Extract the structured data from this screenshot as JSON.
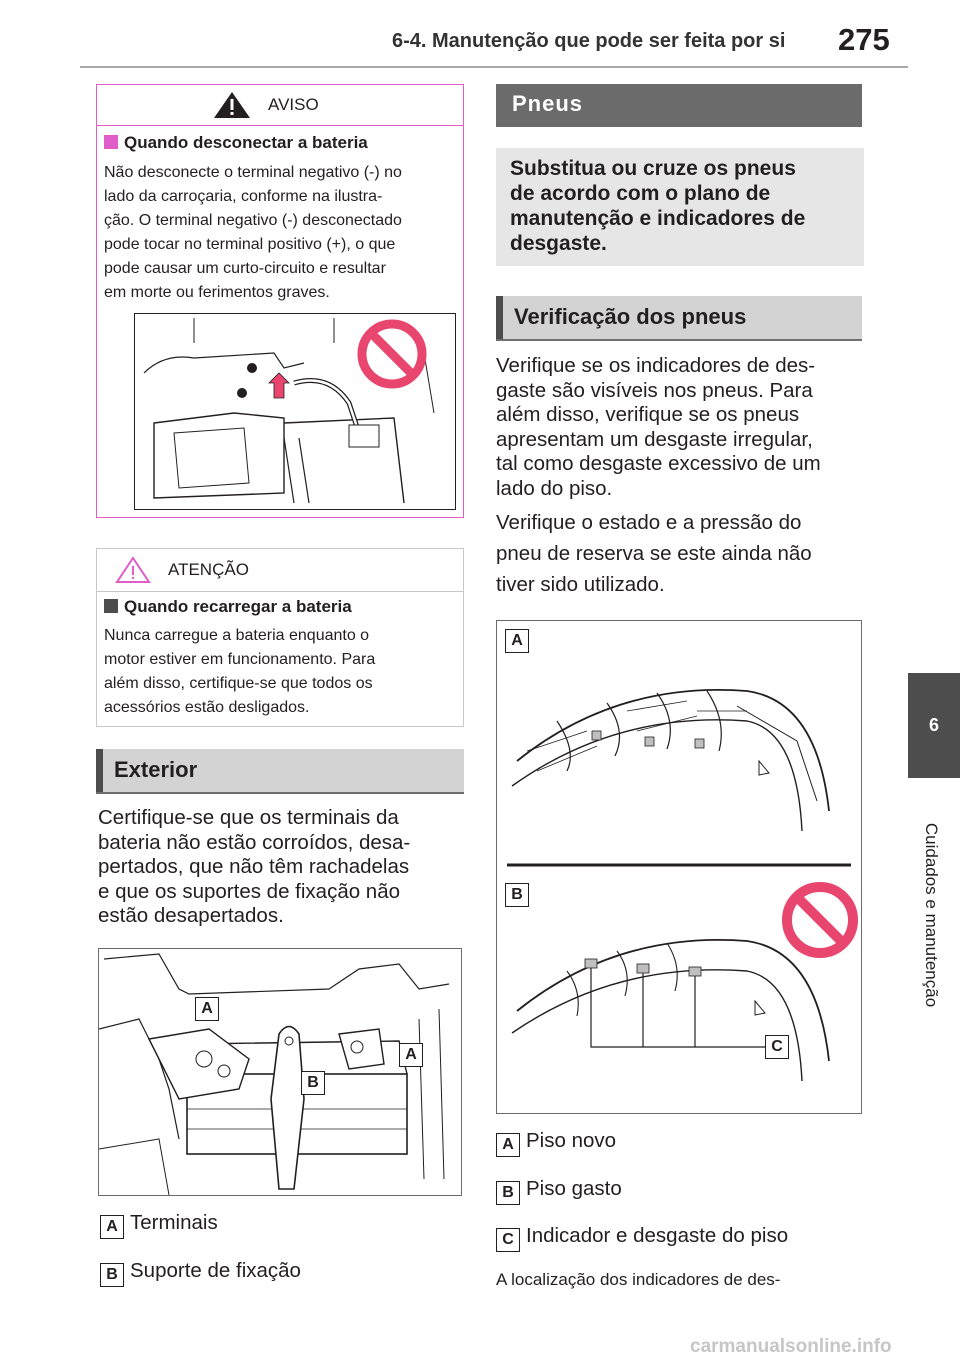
{
  "header": {
    "section_title": "6-4. Manutenção que pode ser feita por si",
    "page_number": "275"
  },
  "side_tab": {
    "chapter_number": "6",
    "chapter_label": "Cuidados e manutenção"
  },
  "warning": {
    "title": "AVISO",
    "subheading": "Quando desconectar a bateria",
    "lines": [
      "Não desconecte o terminal negativo (-) no",
      "lado da carroçaria, conforme na ilustra-",
      "ção. O terminal negativo (-) desconectado",
      "pode tocar no terminal positivo (+), o que",
      "pode causar um curto-circuito e resultar",
      "em morte ou ferimentos graves."
    ]
  },
  "caution": {
    "title": "ATENÇÃO",
    "subheading": "Quando recarregar a bateria",
    "lines": [
      "Nunca carregue a bateria enquanto o",
      "motor estiver em funcionamento. Para",
      "além disso, certifique-se que todos os",
      "acessórios estão desligados."
    ]
  },
  "exterior": {
    "heading": "Exterior",
    "lines": [
      "Certifique-se que os terminais da",
      "bateria não estão corroídos, desa-",
      "pertados, que não têm rachadelas",
      "e que os suportes de fixação não",
      "estão desapertados."
    ],
    "figure_labels": {
      "a": "A",
      "b": "B"
    },
    "legend": [
      {
        "key": "A",
        "text": "Terminais"
      },
      {
        "key": "B",
        "text": "Suporte de fixação"
      }
    ]
  },
  "pneus": {
    "heading": "Pneus",
    "summary": [
      "Substitua ou cruze os pneus",
      "de acordo com o plano de",
      "manutenção e indicadores de",
      "desgaste."
    ],
    "check_heading": "Verificação dos pneus",
    "para1": [
      "Verifique se os indicadores de des-",
      "gaste são visíveis nos pneus. Para",
      "além disso, verifique se os pneus",
      "apresentam um desgaste irregular,",
      "tal como desgaste excessivo de um",
      "lado do piso."
    ],
    "para2": [
      "Verifique o estado e a pressão do",
      "pneu de reserva se este ainda não",
      "tiver sido utilizado."
    ],
    "figure_labels": {
      "a": "A",
      "b": "B",
      "c": "C"
    },
    "legend": [
      {
        "key": "A",
        "text": "Piso novo"
      },
      {
        "key": "B",
        "text": "Piso gasto"
      },
      {
        "key": "C",
        "text": "Indicador e desgaste do piso"
      }
    ],
    "trailing": "A localização dos indicadores de des-"
  },
  "watermark": "carmanualsonline.info",
  "colors": {
    "warning_accent": "#e05cc8",
    "prohibit_red": "#e8456f",
    "header_gray": "#6b6b6b"
  }
}
